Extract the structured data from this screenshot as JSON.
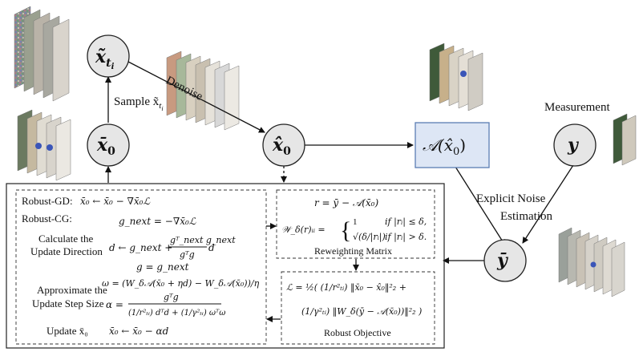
{
  "nodes": {
    "x_t": "x̃",
    "x_t_sub": "t",
    "x_t_subsub": "i",
    "x_bar0": "x̄",
    "x_bar0_sub": "0",
    "x_hat0": "x̂",
    "x_hat0_sub": "0",
    "A_box": "𝒜(x̂",
    "A_box_sub": "0",
    "A_box_close": ")",
    "y": "y",
    "y_bar": "ȳ"
  },
  "edges": {
    "denoise": "Denoise",
    "sample": "Sample x̃",
    "sample_sub": "t",
    "sample_subsub": "i",
    "measurement": "Measurement",
    "explicit_noise_1": "Explicit Noise",
    "explicit_noise_2": "Estimation"
  },
  "left_panel": {
    "robust_gd_label": "Robust-GD:",
    "robust_gd_eq": "x̄₀ ← x̄₀ − ∇x̄₀ℒ",
    "robust_cg_label": "Robust-CG:",
    "g_next_eq": "g_next = −∇x̄₀ℒ",
    "calc_dir_1": "Calculate the",
    "calc_dir_2": "Update Direction",
    "d_eq_left": "d ← g_next +",
    "d_eq_num": "gᵀ_next g_next",
    "d_eq_den": "gᵀg",
    "d_eq_right": "d",
    "g_assign": "g = g_next",
    "approx_1": "Approximate the",
    "approx_2": "Update Step Size",
    "omega_eq": "ω = (W_δ𝒜(x̄₀ + ηd) − W_δ𝒜(x̄₀))/η",
    "alpha_left": "α =",
    "alpha_num": "gᵀg",
    "alpha_den": "(1/r²ₜᵢ) dᵀd + (1/γ²ₜᵢ) ωᵀω",
    "update_label": "Update x̄₀",
    "update_eq": "x̄₀ ← x̄₀ − αd"
  },
  "right_top_panel": {
    "r_eq": "r = ȳ − 𝒜(x̄₀)",
    "w_left": "𝒲_δ(r)ᵢᵢ =",
    "case1_val": "1",
    "case1_cond": "if |rᵢ| ≤ δ,",
    "case2_val": "√(δ/|rᵢ|)",
    "case2_cond": "if |rᵢ| > δ.",
    "title": "Reweighting Matrix"
  },
  "right_bottom_panel": {
    "L_line1": "ℒ = ½( (1/r²ₜᵢ) ‖x̄₀ − x̂₀‖²₂ +",
    "L_line2": "(1/γ²ₜᵢ) ‖W_δ(ȳ − 𝒜(x̄₀))‖²₂ )",
    "title": "Robust Objective"
  },
  "colors": {
    "node_fill": "#e6e6e6",
    "a_box_fill": "#dde6f5",
    "a_box_stroke": "#5b7db3",
    "panel_stroke": "#222222"
  }
}
